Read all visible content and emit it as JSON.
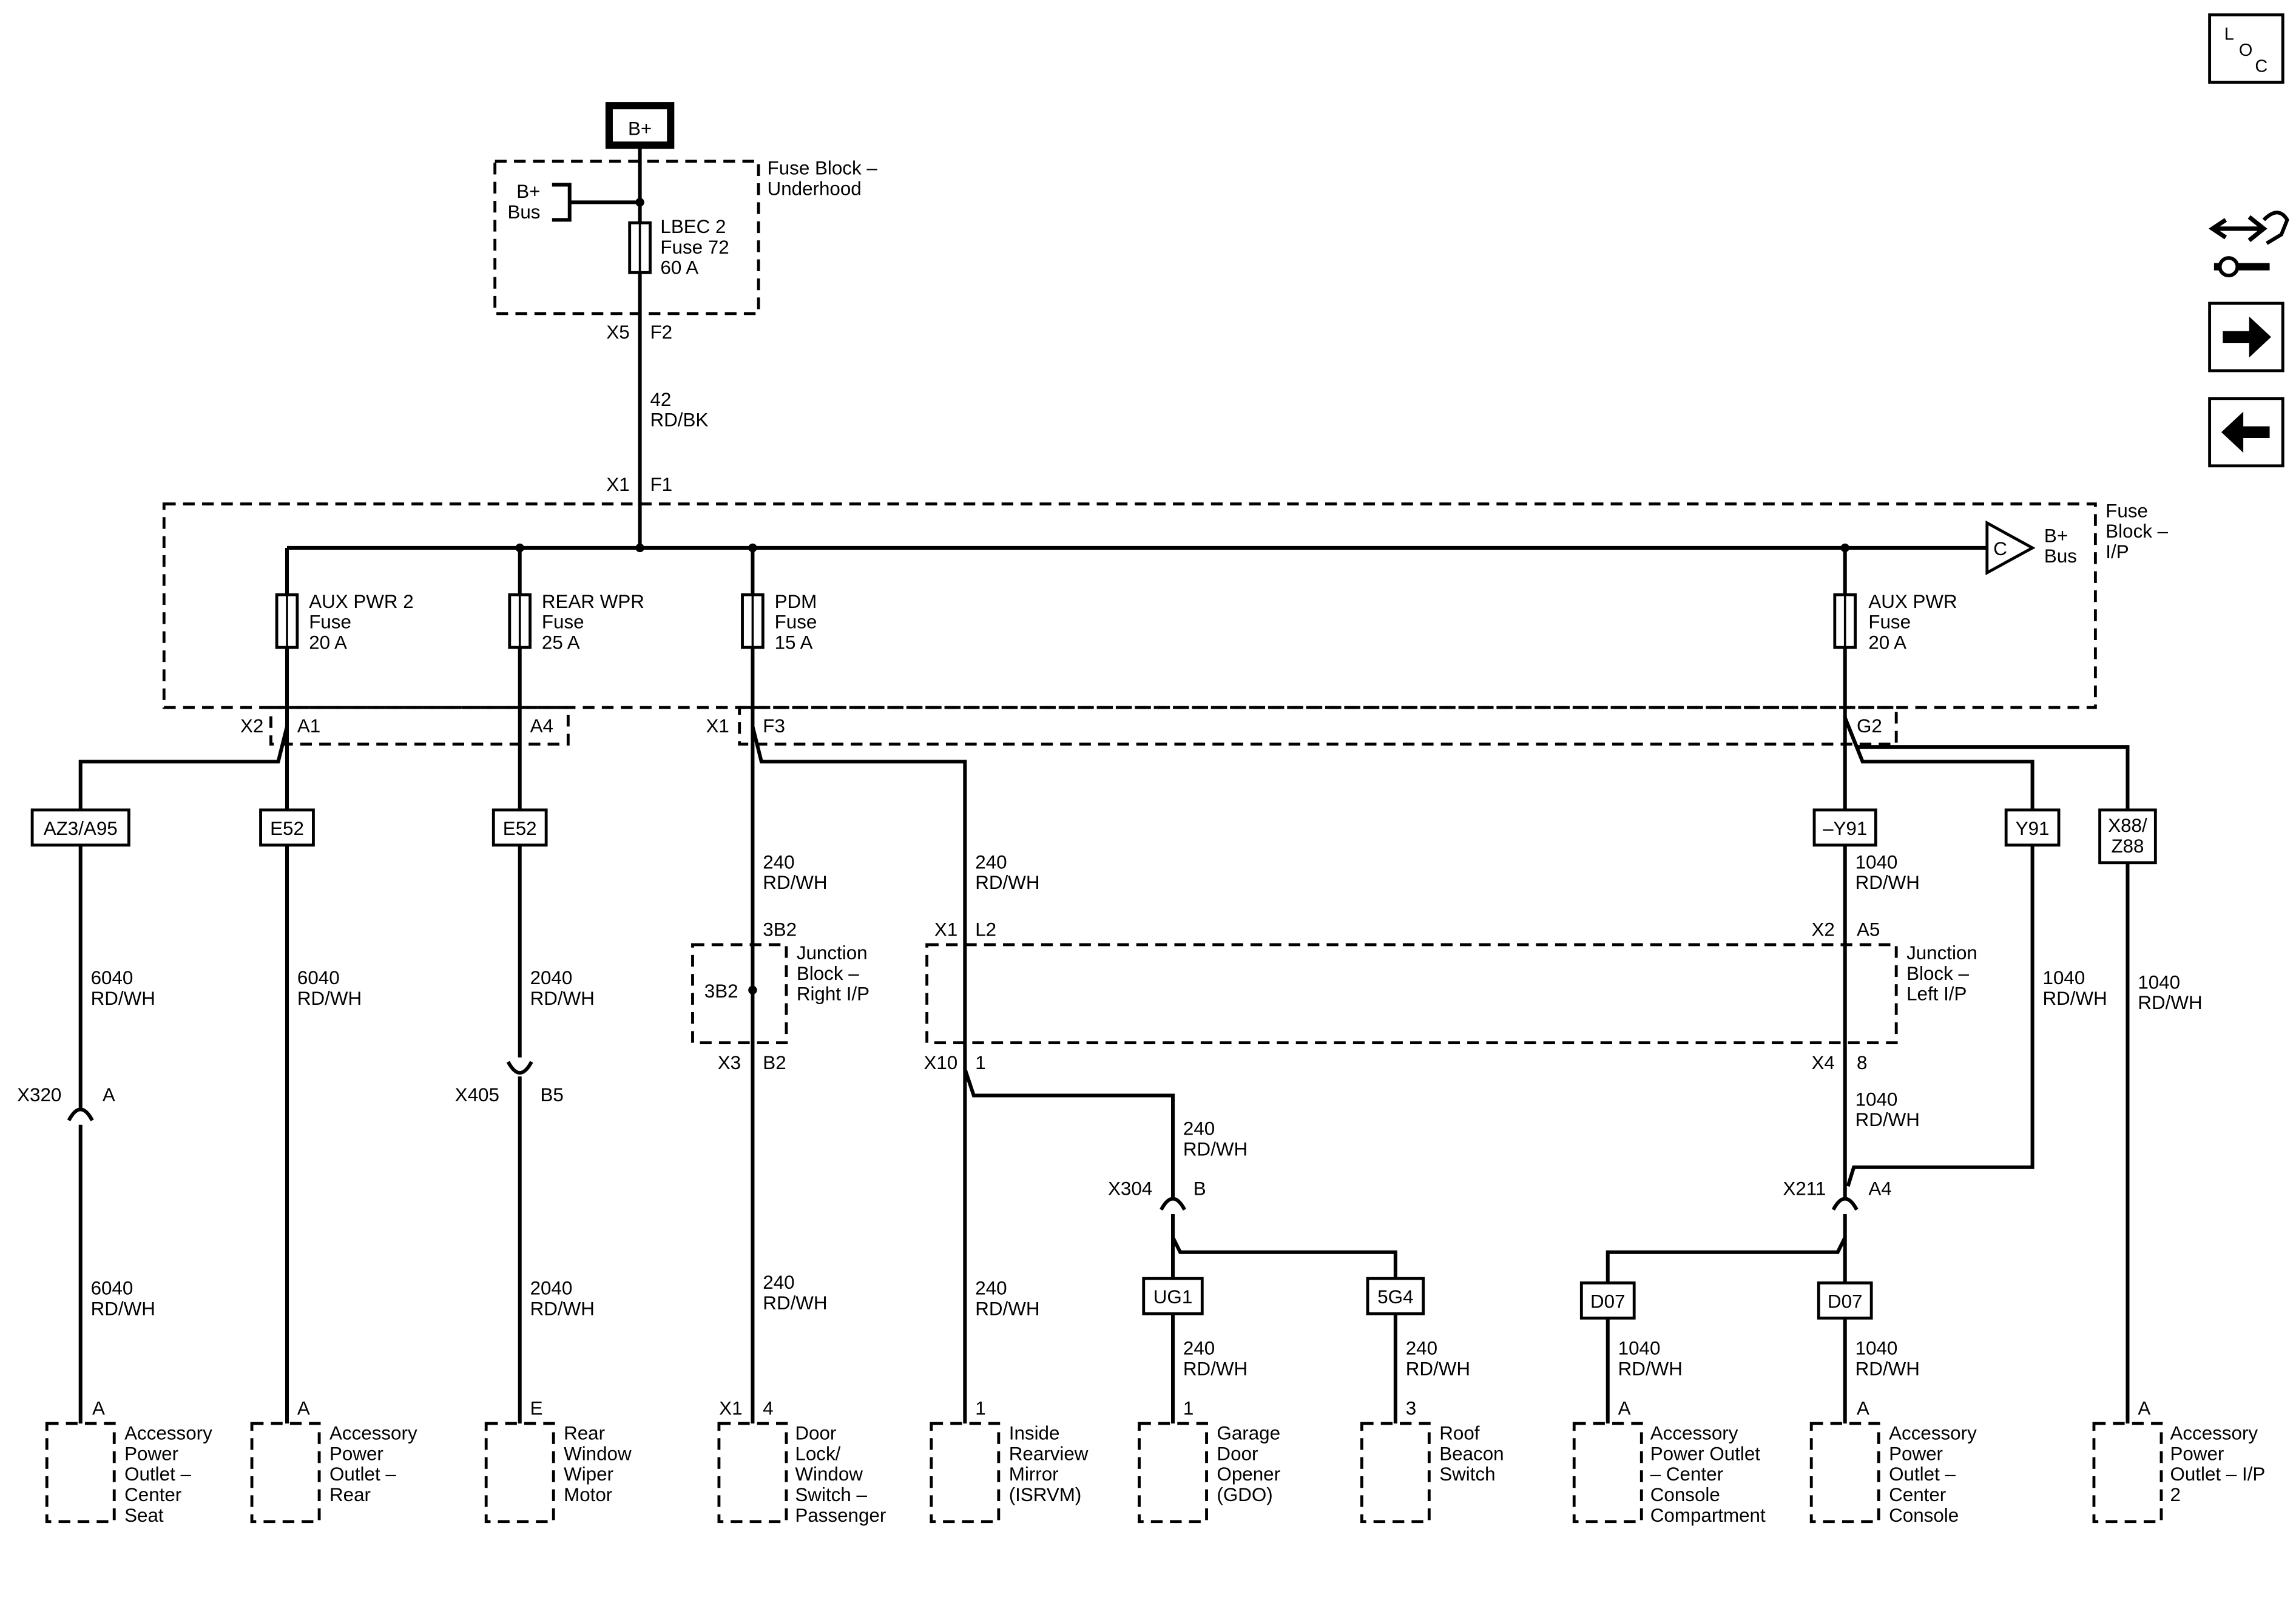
{
  "power": {
    "label": "B+"
  },
  "underhood": {
    "name": [
      "Fuse Block –",
      "Underhood"
    ],
    "bus": [
      "B+",
      "Bus"
    ],
    "fuse": [
      "LBEC 2",
      "Fuse 72",
      "60 A"
    ],
    "conn": "X5",
    "pin": "F2"
  },
  "feed_wire": [
    "42",
    "RD/BK"
  ],
  "ip_block": {
    "name": [
      "Fuse",
      "Block –",
      "I/P"
    ],
    "conn_in": "X1",
    "pin_in": "F1",
    "bus_marker": "C",
    "bus": [
      "B+",
      "Bus"
    ],
    "fuses": [
      {
        "lines": [
          "AUX PWR 2",
          "Fuse",
          "20 A"
        ]
      },
      {
        "lines": [
          "REAR WPR",
          "Fuse",
          "25 A"
        ]
      },
      {
        "lines": [
          "PDM",
          "Fuse",
          "15 A"
        ]
      },
      {
        "lines": [
          "AUX PWR",
          "Fuse",
          "20 A"
        ]
      }
    ],
    "outs": {
      "x2": "X2",
      "a1": "A1",
      "a4": "A4",
      "x1": "X1",
      "f3": "F3",
      "g2": "G2"
    }
  },
  "options": {
    "az3": "AZ3/A95",
    "e52a": "E52",
    "e52b": "E52",
    "y91a": "–Y91",
    "y91b": "Y91",
    "x88": [
      "X88/",
      "Z88"
    ],
    "ug1": "UG1",
    "g54": "5G4",
    "d07a": "D07",
    "d07b": "D07"
  },
  "wires": {
    "w6040a_top": [
      "6040",
      "RD/WH"
    ],
    "w6040a_bot": [
      "6040",
      "RD/WH"
    ],
    "w6040b": [
      "6040",
      "RD/WH"
    ],
    "w2040_top": [
      "2040",
      "RD/WH"
    ],
    "w2040_bot": [
      "2040",
      "RD/WH"
    ],
    "w240_a": [
      "240",
      "RD/WH"
    ],
    "w240_a_bot": [
      "240",
      "RD/WH"
    ],
    "w240_b": [
      "240",
      "RD/WH"
    ],
    "w240_b_bot": [
      "240",
      "RD/WH"
    ],
    "w240_c": [
      "240",
      "RD/WH"
    ],
    "w240_d": [
      "240",
      "RD/WH"
    ],
    "w240_e": [
      "240",
      "RD/WH"
    ],
    "w1040_a": [
      "1040",
      "RD/WH"
    ],
    "w1040_b": [
      "1040",
      "RD/WH"
    ],
    "w1040_c": [
      "1040",
      "RD/WH"
    ],
    "w1040_d": [
      "1040",
      "RD/WH"
    ],
    "w1040_e": [
      "1040",
      "RD/WH"
    ],
    "w1040_f": [
      "1040",
      "RD/WH"
    ]
  },
  "junction_right": {
    "name": [
      "Junction",
      "Block –",
      "Right I/P"
    ],
    "inner": "3B2",
    "pin_top": "3B2",
    "conn_bot": "X3",
    "pin_bot": "B2"
  },
  "junction_left": {
    "name": [
      "Junction",
      "Block –",
      "Left I/P"
    ],
    "x1": "X1",
    "l2": "L2",
    "x10": "X10",
    "p1": "1",
    "x2": "X2",
    "a5": "A5",
    "x4": "X4",
    "p8": "8"
  },
  "inline": {
    "x320": "X320",
    "x320_pin": "A",
    "x405": "X405",
    "x405_pin": "B5",
    "x304": "X304",
    "x304_pin": "B",
    "x211": "X211",
    "x211_pin": "A4"
  },
  "components": [
    {
      "pin": "A",
      "lines": [
        "Accessory",
        "Power",
        "Outlet –",
        "Center",
        "Seat"
      ]
    },
    {
      "pin": "A",
      "lines": [
        "Accessory",
        "Power",
        "Outlet –",
        "Rear"
      ]
    },
    {
      "pin": "E",
      "lines": [
        "Rear",
        "Window",
        "Wiper",
        "Motor"
      ]
    },
    {
      "conn": "X1",
      "pin": "4",
      "lines": [
        "Door",
        "Lock/",
        "Window",
        "Switch –",
        "Passenger"
      ]
    },
    {
      "pin": "1",
      "lines": [
        "Inside",
        "Rearview",
        "Mirror",
        "(ISRVM)"
      ]
    },
    {
      "pin": "1",
      "lines": [
        "Garage",
        "Door",
        "Opener",
        "(GDO)"
      ]
    },
    {
      "pin": "3",
      "lines": [
        "Roof",
        "Beacon",
        "Switch"
      ]
    },
    {
      "pin": "A",
      "lines": [
        "Accessory",
        "Power Outlet",
        "– Center",
        "Console",
        "Compartment"
      ]
    },
    {
      "pin": "A",
      "lines": [
        "Accessory",
        "Power",
        "Outlet –",
        "Center",
        "Console"
      ]
    },
    {
      "pin": "A",
      "lines": [
        "Accessory",
        "Power",
        "Outlet – I/P",
        "2"
      ]
    }
  ],
  "nav": {
    "loc": [
      "L",
      "O",
      "C"
    ]
  }
}
